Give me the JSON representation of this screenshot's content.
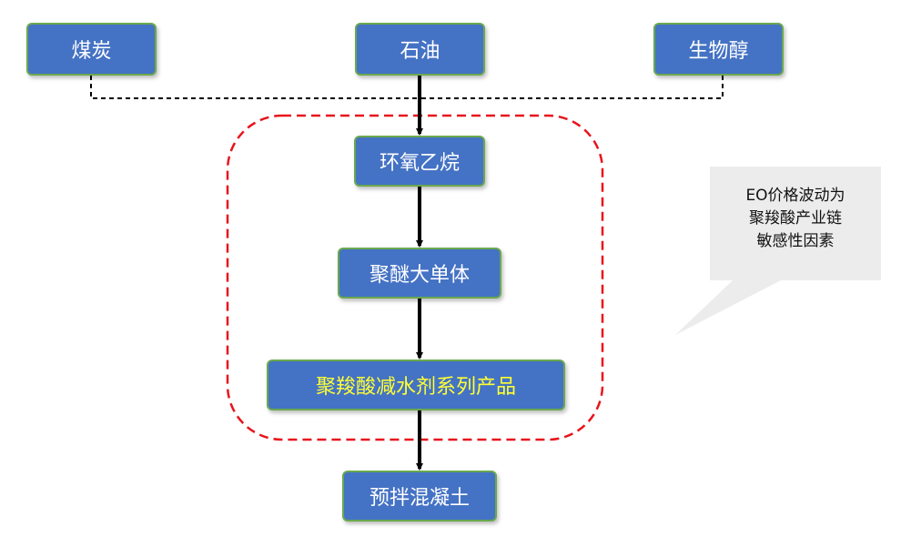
{
  "nodes": {
    "coal": "煤炭",
    "oil": "石油",
    "bioalcohol": "生物醇",
    "eo": "环氧乙烷",
    "polyether": "聚醚大单体",
    "pce": "聚羧酸减水剂系列产品",
    "concrete": "预拌混凝土"
  },
  "callout": {
    "lines": [
      "EO价格波动为",
      "聚羧酸产业链",
      "敏感性因素"
    ]
  },
  "colors": {
    "node_fill": "#4472c4",
    "node_border": "#6aa84f",
    "highlight_text": "#ffff33",
    "dashed_region": "#e8141c",
    "callout_fill": "#ececec"
  }
}
